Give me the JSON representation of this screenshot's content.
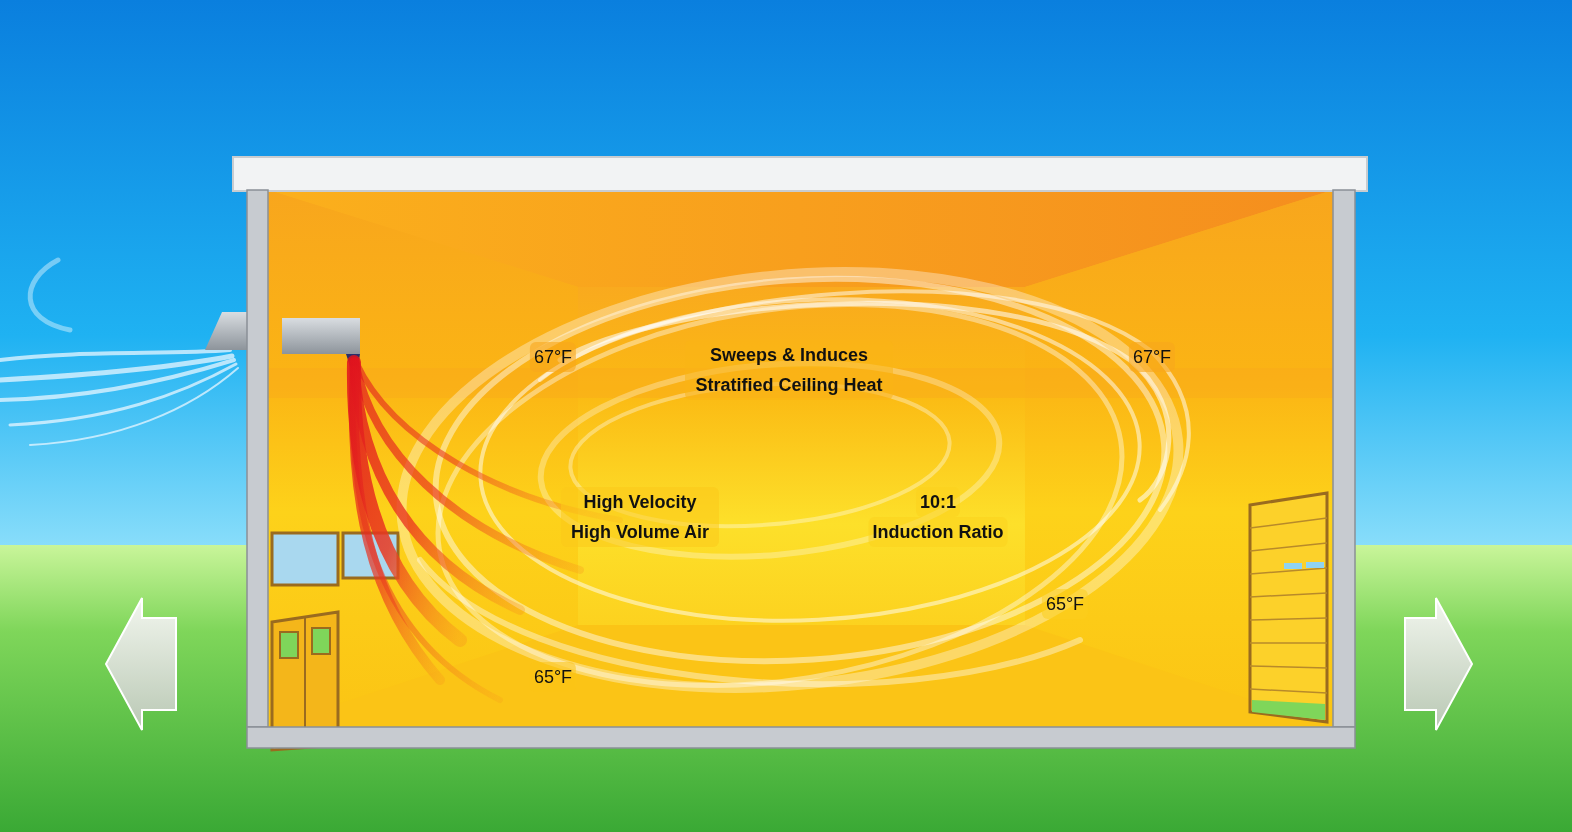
{
  "diagram": {
    "labels": [
      "67°F",
      "Sweeps & Induces Stratified Ceiling Heat",
      "67°F",
      "High Velocity High Volume Air",
      "10:1",
      "Induction Ratio",
      "65°F",
      "65°F"
    ]
  }
}
